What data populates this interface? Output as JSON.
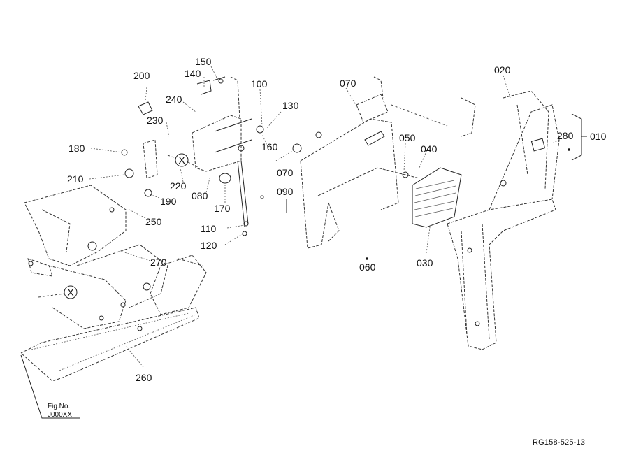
{
  "callouts": {
    "c010": "010",
    "c020": "020",
    "c030": "030",
    "c040": "040",
    "c050": "050",
    "c060": "060",
    "c070a": "070",
    "c070b": "070",
    "c080": "080",
    "c090": "090",
    "c100": "100",
    "c110": "110",
    "c120": "120",
    "c130": "130",
    "c140": "140",
    "c150": "150",
    "c160": "160",
    "c170": "170",
    "c180": "180",
    "c190": "190",
    "c200": "200",
    "c210": "210",
    "c220": "220",
    "c230": "230",
    "c240": "240",
    "c250": "250",
    "c260": "260",
    "c270": "270",
    "c280": "280"
  },
  "markers": {
    "x1": "X",
    "x2": "X"
  },
  "fig_ref": {
    "label": "Fig.No.",
    "value": "J000XX"
  },
  "drawing_code": "RG158-525-13"
}
